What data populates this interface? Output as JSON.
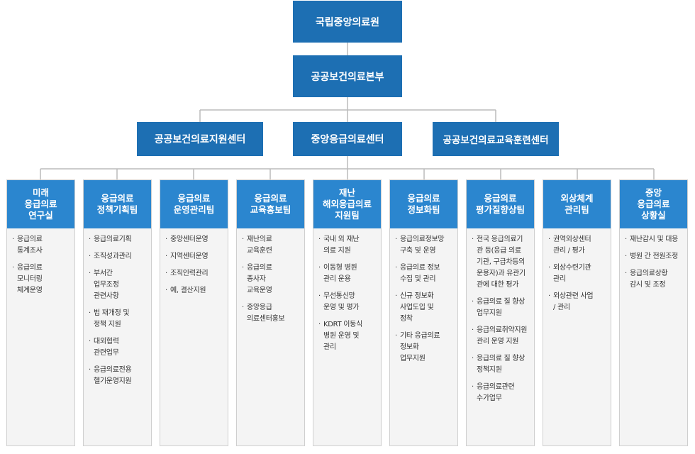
{
  "top": {
    "institute": "국립중앙의료원",
    "division": "공공보건의료본부"
  },
  "centers": [
    {
      "name": "공공보건의료지원센터"
    },
    {
      "name": "중앙응급의료센터"
    },
    {
      "name": "공공보건의료교육훈련센터"
    }
  ],
  "teams": [
    {
      "name": "미래\n응급의료\n연구실",
      "duties": [
        "응급의료\n통계조사",
        "응급의료\n모니터링\n체계운영"
      ]
    },
    {
      "name": "응급의료\n정책기획팀",
      "duties": [
        "응급의료기획",
        "조직성과관리",
        "부서간\n업무조정\n관련사항",
        "법 재개정 및\n정책 지원",
        "대외협력\n관련업무",
        "응급의료전용\n헬기운영지원"
      ]
    },
    {
      "name": "응급의료\n운영관리팀",
      "duties": [
        "중앙센터운영",
        "지역센터운영",
        "조직인력관리",
        "예, 결산지원"
      ]
    },
    {
      "name": "응급의료\n교육홍보팀",
      "duties": [
        "재난의료\n교육훈련",
        "응급의료\n종사자\n교육운영",
        "중앙응급\n의료센터홍보"
      ]
    },
    {
      "name": "재난\n해외응급의료\n지원팀",
      "duties": [
        "국내 외 재난\n의료 지원",
        "이동형 병원\n관리 운용",
        "무선통신망\n운영 및 평가",
        "KDRT 이동식\n병원 운영 및\n관리"
      ]
    },
    {
      "name": "응급의료\n정보화팀",
      "duties": [
        "응급의료정보망\n구축 및 운영",
        "응급의료 정보\n수집 및 관리",
        "신규 정보화\n사업도입 및\n정착",
        "기타 응급의료\n정보화\n업무지원"
      ]
    },
    {
      "name": "응급의료\n평가질향상팀",
      "duties": [
        "전국 응급의료기\n관 등(응급 의료\n기관, 구급차등의\n운용자)과 유관기\n관에 대한 평가",
        "응급의료 질 향상\n업무지원",
        "응급의료취약지원\n관리 운영 지원",
        "응급의료 질 향상\n정책지원",
        "응급의료관련\n수가업무"
      ]
    },
    {
      "name": "외상체계\n관리팀",
      "duties": [
        "권역외상센터\n관리 / 평가",
        "외상수련기관\n관리",
        "외상관련 사업\n/ 관리"
      ]
    },
    {
      "name": "중앙\n응급의료\n상황실",
      "duties": [
        "재난감시 및 대응",
        "병원 간 전원조정",
        "응급의료상황\n감시 및 조정"
      ]
    }
  ],
  "colors": {
    "box": "#1d6fb3",
    "team_header": "#2b86cf",
    "panel": "#f4f4f4",
    "line": "#bbbbbb"
  }
}
